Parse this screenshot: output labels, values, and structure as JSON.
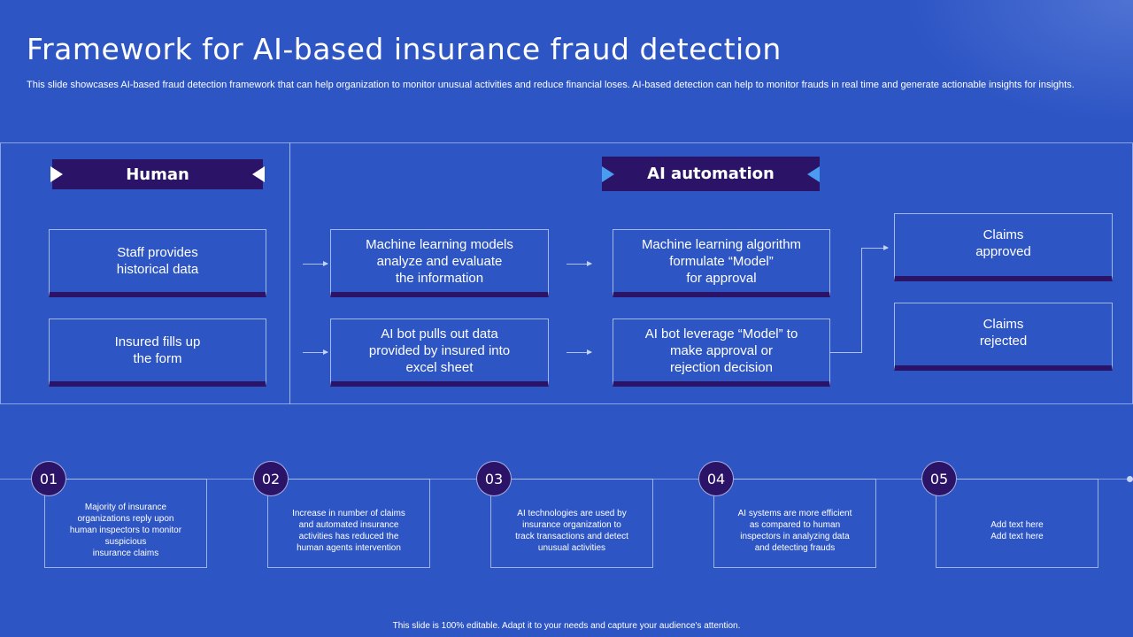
{
  "title": "Framework for AI-based insurance fraud detection",
  "subtitle": "This slide showcases AI-based fraud detection framework that can help organization to monitor unusual activities and reduce financial loses. AI-based detection can help to monitor frauds in real time and generate actionable insights for insights.",
  "headers": {
    "human": "Human",
    "ai": "AI automation"
  },
  "boxes": {
    "staff": "Staff provides\nhistorical data",
    "insured": "Insured  fills up\nthe form",
    "ml_models": "Machine learning models\nanalyze  and evaluate\nthe information",
    "ai_bot_pull": "AI bot pulls out data\nprovided by insured into\nexcel sheet",
    "ml_algo": "Machine learning algorithm\nformulate “Model”\nfor approval",
    "ai_bot_leverage": "AI bot leverage “Model” to\nmake approval or\nrejection decision",
    "approved": "Claims\napproved",
    "rejected": "Claims\nrejected"
  },
  "steps": [
    {
      "number": "01",
      "text": "Majority of insurance\norganizations reply upon\nhuman inspectors to monitor\nsuspicious\ninsurance claims"
    },
    {
      "number": "02",
      "text": "Increase in number of claims\nand automated insurance\nactivities has reduced the\nhuman agents intervention"
    },
    {
      "number": "03",
      "text": "AI technologies are used by\ninsurance organization to\ntrack transactions and detect\nunusual activities"
    },
    {
      "number": "04",
      "text": "AI systems are more efficient\nas compared to human\ninspectors in analyzing data\nand detecting frauds"
    },
    {
      "number": "05",
      "text": "Add text here\nAdd text here"
    }
  ],
  "footer": "This slide is 100% editable.  Adapt it to your needs and capture your audience's attention.",
  "colors": {
    "background": "#2d55c4",
    "accent_dark": "#2b1468",
    "accent_blue": "#4a9cf0"
  }
}
